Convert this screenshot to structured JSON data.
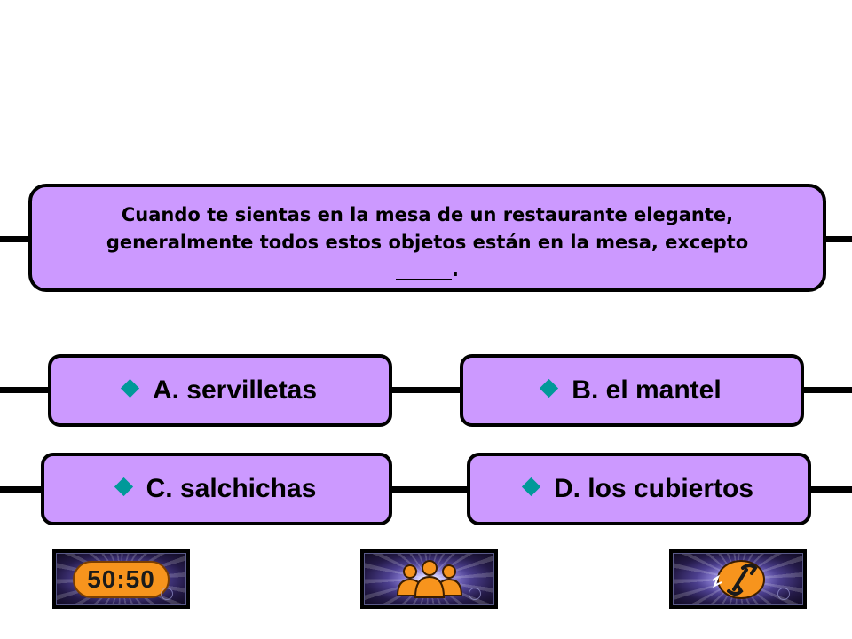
{
  "question": {
    "line1": "Cuando te sientas en la mesa de un restaurante elegante,",
    "line2": "generalmente todos estos objetos están en la mesa, excepto",
    "line3": "______."
  },
  "answers": {
    "a": "A. servilletas",
    "b": "B. el mantel",
    "c": "C. salchichas",
    "d": "D. los cubiertos"
  },
  "lifelines": {
    "fifty_fifty": "50:50",
    "ask_audience_icon": "audience-icon",
    "phone_friend_icon": "phone-icon"
  },
  "colors": {
    "panel": "#cc99ff",
    "diamond": "#009999",
    "lifeline_accent": "#f7941d"
  }
}
